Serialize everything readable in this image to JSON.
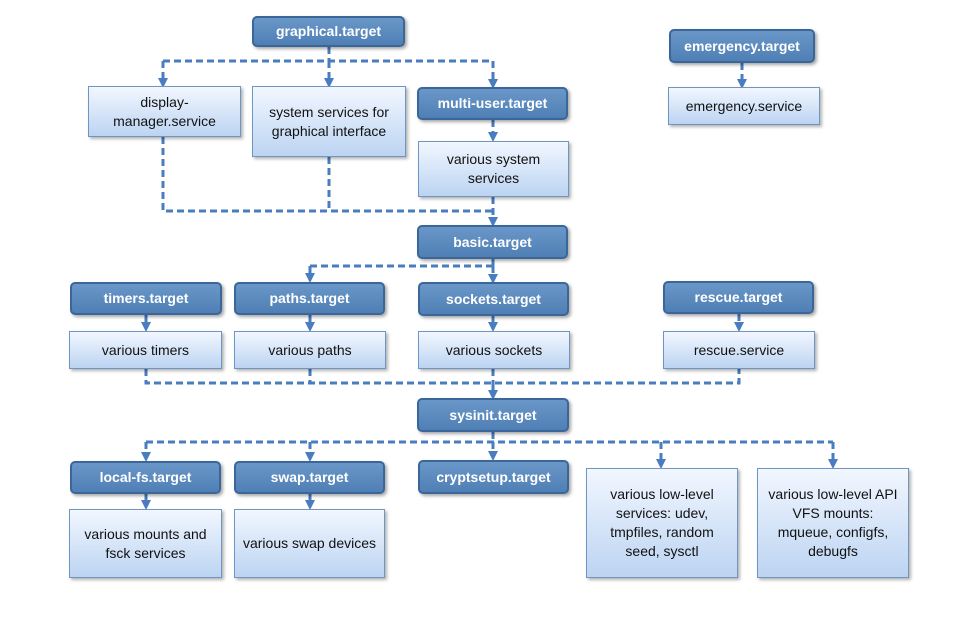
{
  "nodes": {
    "graphical_target": "graphical.target",
    "emergency_target": "emergency.target",
    "emergency_service": "emergency.service",
    "display_manager": "display-manager.service",
    "graphical_services": "system services for graphical interface",
    "multi_user_target": "multi-user.target",
    "various_system_services": "various system services",
    "basic_target": "basic.target",
    "timers_target": "timers.target",
    "paths_target": "paths.target",
    "sockets_target": "sockets.target",
    "rescue_target": "rescue.target",
    "various_timers": "various timers",
    "various_paths": "various paths",
    "various_sockets": "various sockets",
    "rescue_service": "rescue.service",
    "sysinit_target": "sysinit.target",
    "local_fs_target": "local-fs.target",
    "swap_target": "swap.target",
    "cryptsetup_target": "cryptsetup.target",
    "low_level_services": "various low-level services: udev, tmpfiles, random seed, sysctl",
    "api_vfs_mounts": "various low-level API VFS mounts: mqueue, configfs, debugfs",
    "various_mounts": "various mounts and fsck services",
    "swap_devices": "various swap devices"
  },
  "colors": {
    "target_fill": "#5a88bf",
    "unit_fill": "#dbe8f9",
    "connector": "#4a7cc0"
  }
}
